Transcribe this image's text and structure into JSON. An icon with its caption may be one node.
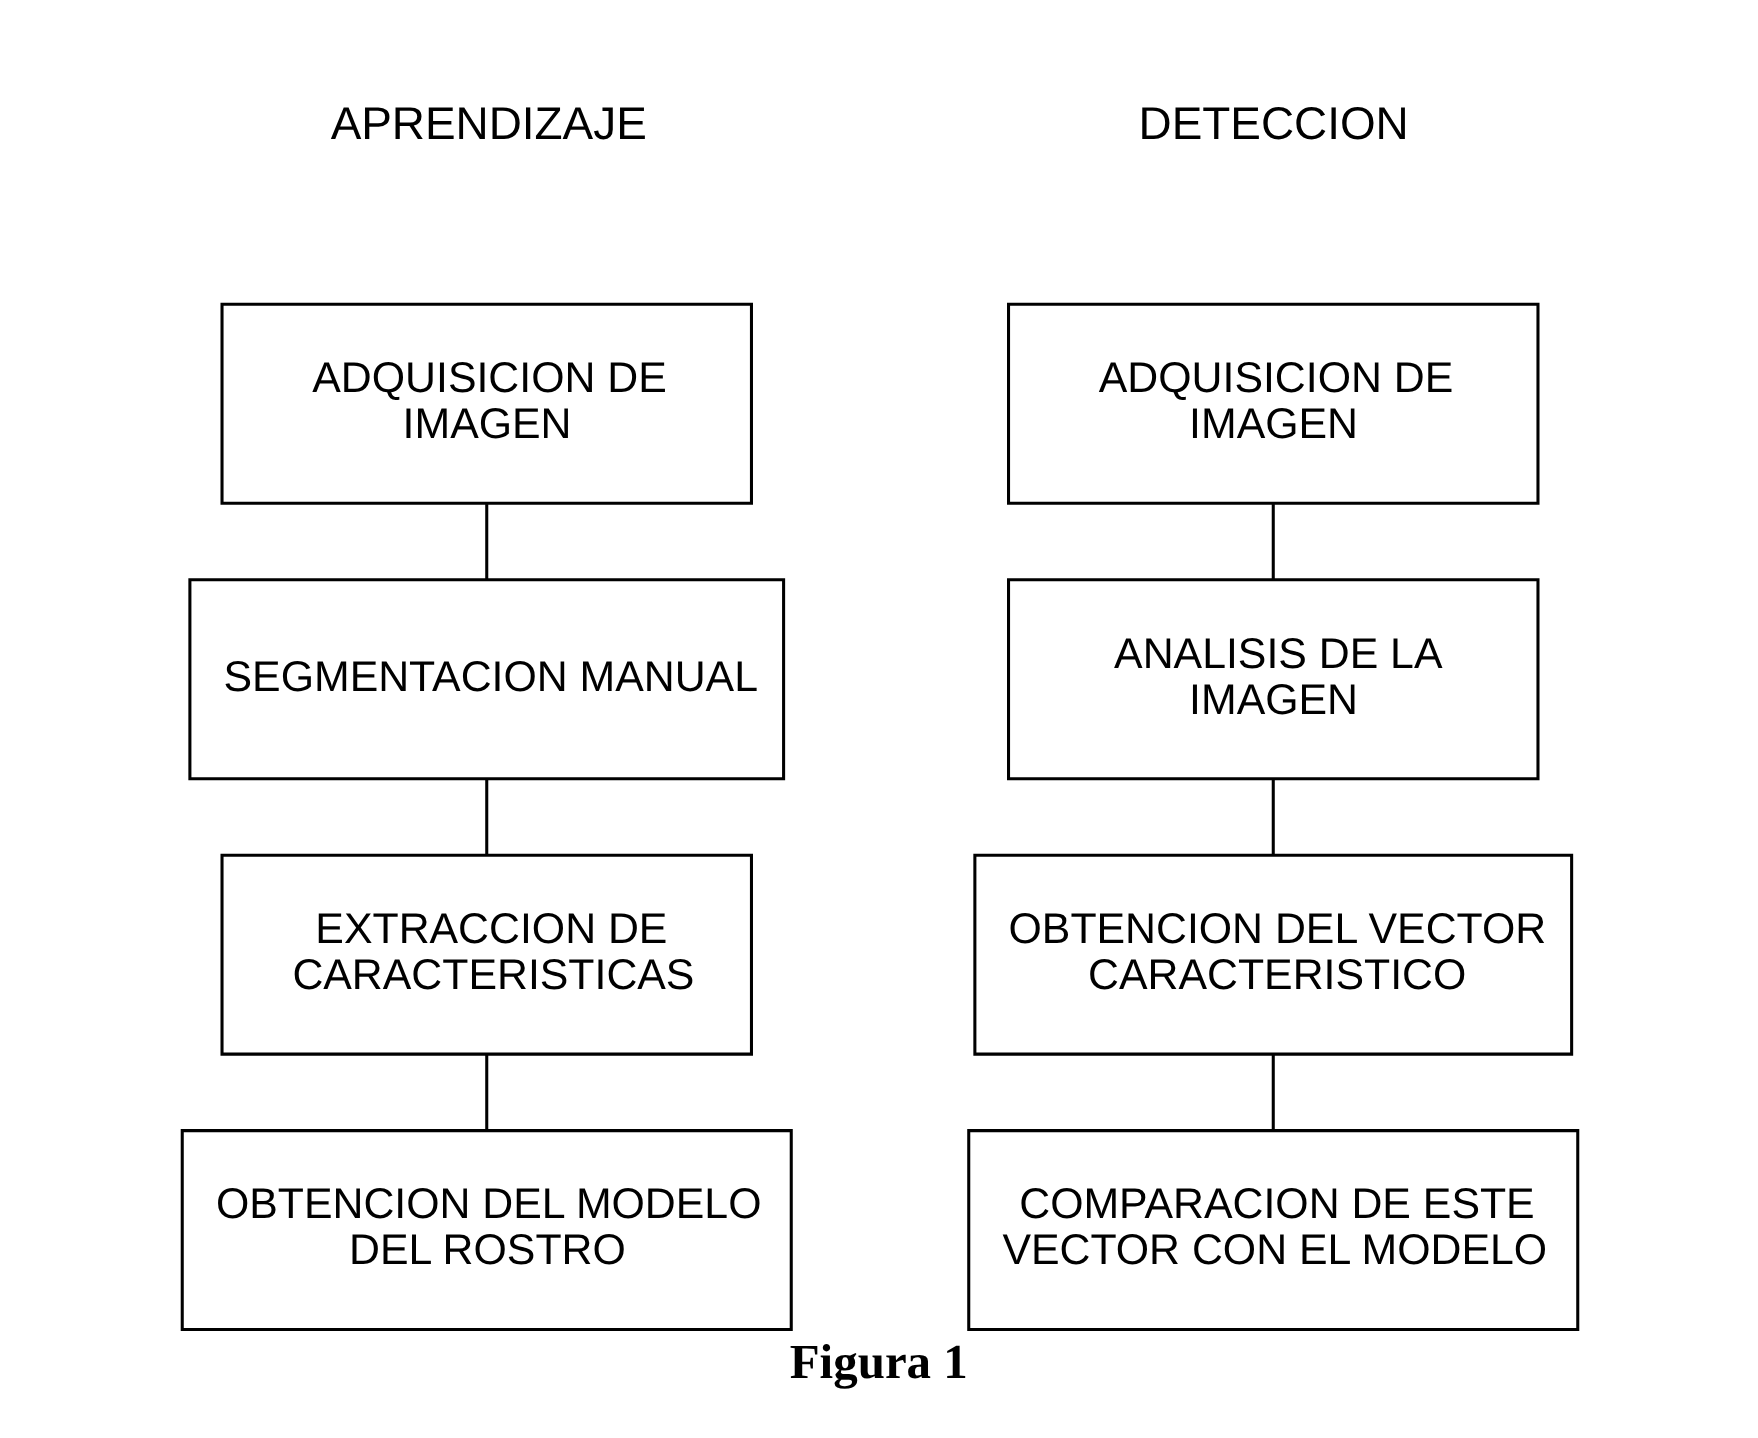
{
  "diagram": {
    "caption": "Figura 1",
    "nodes": [
      {
        "text": [
          "ADQUISICION DE IMAGEN"
        ]
      },
      {
        "text": [
          "SEGMENTACION MANUAL"
        ]
      },
      {
        "text": [
          "EXTRACCION DE CARACTERISTICAS"
        ]
      },
      {
        "text": [
          "OBTENCION DEL MODELO DEL ROSTRO"
        ]
      },
      {
        "text": [
          "ADQUISICION DE IMAGEN"
        ]
      },
      {
        "text": [
          "ANALISIS DE LA IMAGEN"
        ]
      },
      {
        "text": [
          "OBTENCION DEL VECTOR CARACTERISTICO"
        ]
      },
      {
        "text": [
          "COMPARACION DE ESTE VECTOR CON EL MODELO"
        ]
      }
    ],
    "edges": [
      {
        "from": 0,
        "to": 1,
        "arrow": "none"
      },
      {
        "from": 1,
        "to": 2,
        "arrow": "none"
      },
      {
        "from": 2,
        "to": 3,
        "arrow": "none"
      },
      {
        "from": 4,
        "to": 5,
        "arrow": "none"
      },
      {
        "from": 5,
        "to": 6,
        "arrow": "none"
      },
      {
        "from": 6,
        "to": 7,
        "arrow": "none"
      }
    ],
    "labels": [
      "APRENDIZAJE",
      "DETECCION"
    ]
  }
}
